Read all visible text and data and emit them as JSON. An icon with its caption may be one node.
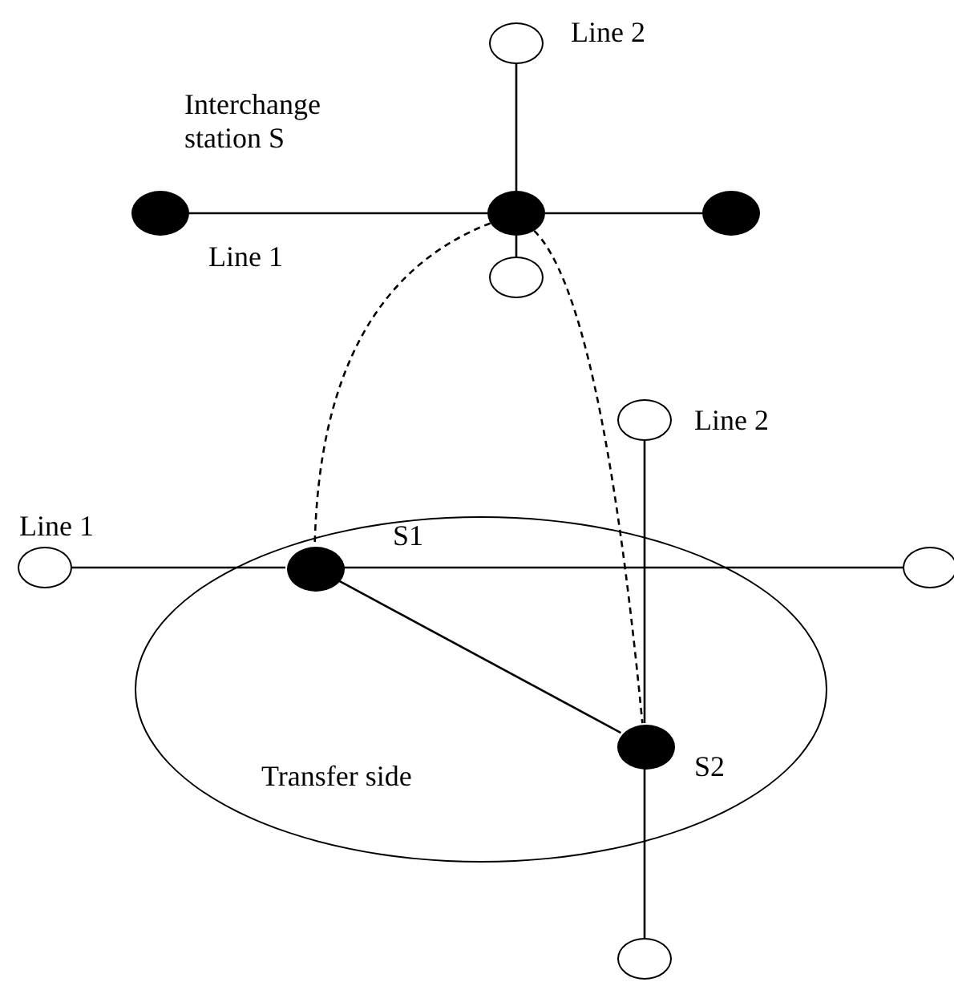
{
  "diagram": {
    "nodes": [
      {
        "text": [],
        "shape": "circle"
      },
      {
        "text": [],
        "shape": "circle"
      },
      {
        "text": [],
        "shape": "circle"
      },
      {
        "text": [],
        "shape": "circle"
      },
      {
        "text": [],
        "shape": "circle"
      },
      {
        "text": [
          "Transfer side"
        ]
      },
      {
        "text": [],
        "shape": "circle"
      },
      {
        "text": [],
        "shape": "circle"
      },
      {
        "text": [],
        "shape": "circle",
        "in": 5,
        "beside": [
          "S1"
        ]
      },
      {
        "text": [],
        "shape": "circle",
        "in": 5,
        "beside": [
          "S2"
        ]
      },
      {
        "text": [],
        "shape": "circle"
      },
      {
        "text": [],
        "shape": "circle"
      }
    ],
    "edges": [
      {
        "from": 0,
        "to": 2,
        "arrow": "none"
      },
      {
        "from": 1,
        "to": 2,
        "arrow": "none"
      },
      {
        "from": 2,
        "to": 3,
        "arrow": "none"
      },
      {
        "from": 2,
        "to": 4,
        "arrow": "none"
      },
      {
        "from": 2,
        "to": 8,
        "arrow": "none",
        "style": "dashed"
      },
      {
        "from": 2,
        "to": 9,
        "arrow": "none",
        "style": "dashed"
      },
      {
        "from": 7,
        "to": 8,
        "arrow": "none"
      },
      {
        "from": 8,
        "to": 10,
        "arrow": "none"
      },
      {
        "from": 6,
        "to": 9,
        "arrow": "none"
      },
      {
        "from": 9,
        "to": 11,
        "arrow": "none"
      },
      {
        "from": 8,
        "to": 9,
        "arrow": "none"
      }
    ],
    "labels": [
      "Line 2",
      "Interchange station S",
      "Line 1",
      "Line 2",
      "Line 1"
    ]
  }
}
